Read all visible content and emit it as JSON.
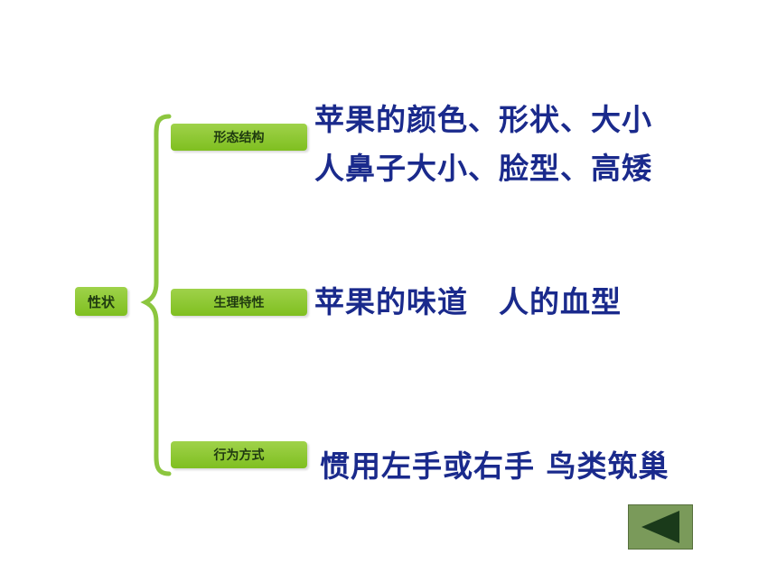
{
  "root": {
    "label": "性状"
  },
  "branches": [
    {
      "label": "形态结构",
      "lines": [
        "苹果的颜色、形状、大小",
        "人鼻子大小、脸型、高矮"
      ]
    },
    {
      "label": "生理特性",
      "lines": [
        "苹果的味道　人的血型"
      ]
    },
    {
      "label": "行为方式",
      "lines": [
        "惯用左手或右手 鸟类筑巢"
      ]
    }
  ],
  "colors": {
    "node": "#8cc63f",
    "brace": "#8cc63f",
    "text": "#1a2a8c",
    "button": "#7a9a5a"
  },
  "nav": {
    "back_icon": "triangle-left-icon"
  }
}
